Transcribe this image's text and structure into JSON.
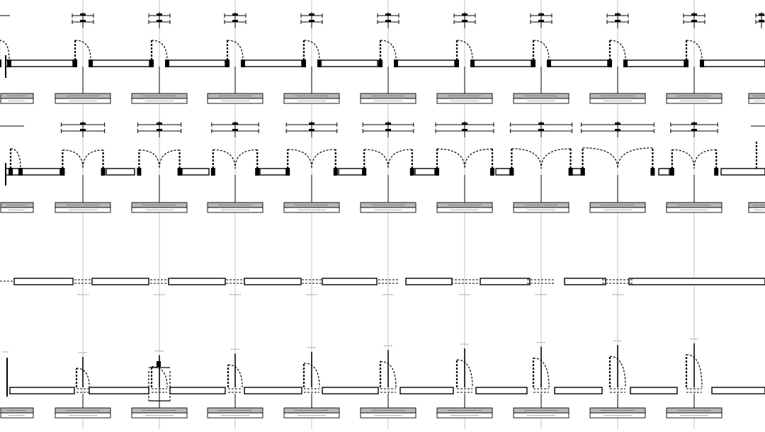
{
  "drawing": {
    "kind": "door-schedule-elevation-sheet",
    "background_color": "#ffffff",
    "line_color": "#000000",
    "grid_line_color": "#b4b4b4",
    "tag_fill_color": "#b9b9b9",
    "tag_text_illegible": true,
    "rows": [
      {
        "id": "single-doors-top",
        "door_type": "single-swing",
        "columns": 11,
        "leaf_widths": [
          1,
          1,
          1,
          1,
          1,
          1,
          1,
          1,
          1,
          1,
          1
        ],
        "has_tags": true,
        "has_dimension_marks": true
      },
      {
        "id": "double-doors",
        "door_type": "double-swing",
        "columns": 11,
        "leaf_widths": [
          1.0,
          1.1,
          1.1,
          1.2,
          1.3,
          1.3,
          1.5,
          1.6,
          1.9,
          1.2,
          1.0
        ],
        "has_tags": true,
        "has_dimension_marks": true
      },
      {
        "id": "openings-plain",
        "door_type": "opening",
        "columns": 9,
        "has_tags": false,
        "has_dimension_marks": false
      },
      {
        "id": "single-doors-bottom",
        "door_type": "single-swing-raised",
        "columns": 10,
        "leaf_widths": [
          1,
          1,
          1,
          1,
          1,
          1,
          1,
          1,
          1,
          1
        ],
        "has_tags": true,
        "has_dimension_marks": false
      }
    ],
    "icons": [
      "grid-line-icon",
      "wall-icon",
      "door-swing-arc-icon",
      "door-tag-icon",
      "dimension-mark-icon"
    ]
  }
}
